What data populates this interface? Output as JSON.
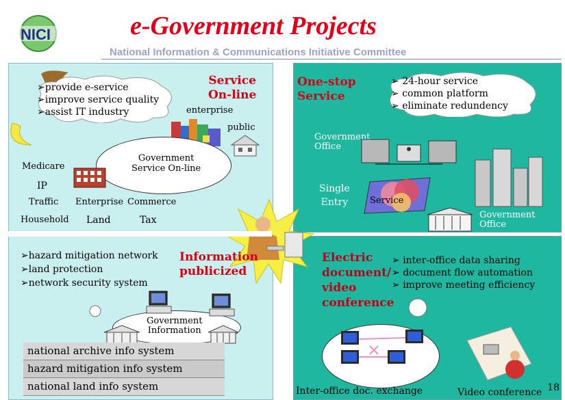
{
  "logo_text": "NICI",
  "title": "e-Government Projects",
  "subtitle": "National Information & Communications Initiative Committee",
  "top_left": {
    "bullets": [
      "provide e-service",
      "improve service quality",
      "assist IT industry"
    ],
    "heading": "Service\nOn-line",
    "heading_l1": "Service",
    "heading_l2": "On-line",
    "enterprise": "enterprise",
    "public": "public",
    "center": "Government\nService On-line",
    "center_l1": "Government",
    "center_l2": "Service On-line",
    "items": [
      "Medicare",
      "IP",
      "Traffic",
      "Enterprise",
      "Commerce",
      "Household",
      "Land",
      "Tax"
    ]
  },
  "top_right": {
    "heading_l1": "One-stop",
    "heading_l2": "Service",
    "bullets": [
      "24-hour service",
      "common platform",
      "eliminate redundency"
    ],
    "gov_office_top_l1": "Government",
    "gov_office_top_l2": "Office",
    "single_l1": "Single",
    "single_l2": "Entry",
    "service": "Service",
    "gov_office_bottom_l1": "Government",
    "gov_office_bottom_l2": "Office"
  },
  "bottom_left": {
    "bullets": [
      "hazard mitigation network",
      "land protection",
      "network security system"
    ],
    "heading_l1": "Information",
    "heading_l2": "publicized",
    "center_l1": "Government",
    "center_l2": "Information",
    "systems": [
      "national archive info system",
      "hazard mitigation info system",
      "national land info system"
    ]
  },
  "bottom_right": {
    "heading_l1": "Electric",
    "heading_l2": "document/",
    "heading_l3": "video",
    "heading_l4": "conference",
    "bullets": [
      "inter-office data sharing",
      "document flow automation",
      "improve meeting efficiency"
    ],
    "caption_left": "Inter-office doc. exchange",
    "caption_right": "Video  conference"
  },
  "page_number": "18",
  "colors": {
    "title": "#e0001b",
    "panel_light": "#c9f0ef",
    "panel_teal": "#1fb79f",
    "heading_red": "#d40016"
  }
}
